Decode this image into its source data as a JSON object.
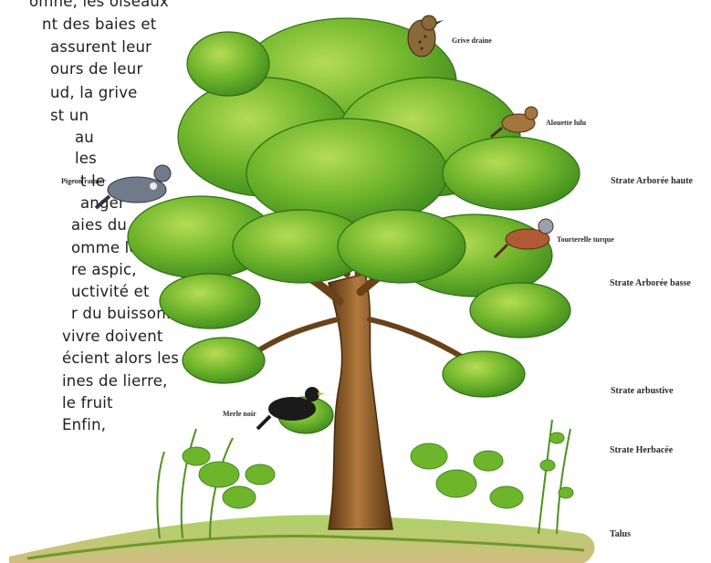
{
  "text_lines": [
    "omne, les oiseaux",
    "nt des baies et",
    "assurent leur",
    "ours de leur",
    "ud, la grive",
    "st un",
    "au",
    "les",
    "t le",
    "anger",
    "aies du",
    "omme le",
    "re aspic,",
    "uctivité et",
    "r du buisson.",
    "vivre doivent",
    "écient alors les",
    "ines de lierre,",
    "le fruit",
    "Enfin,"
  ],
  "bird_labels": {
    "grive": "Grive draine",
    "alouette": "Alouette lulu",
    "pigeon": "Pigeon ramier",
    "tourterelle": "Tourterelle turque",
    "merle": "Merle noir"
  },
  "strata_labels": {
    "arboree_haute": "Strate Arborée haute",
    "arboree_basse": "Strate Arborée basse",
    "arbustive": "Strate arbustive",
    "herbacee": "Strate Herbacée",
    "talus": "Talus"
  },
  "colors": {
    "foliage_dark": "#3f8a1e",
    "foliage_mid": "#6fb52c",
    "foliage_light": "#a9d34a",
    "trunk": "#8a5a2a",
    "trunk_dark": "#5a3512",
    "grass": "#7fb73a"
  }
}
